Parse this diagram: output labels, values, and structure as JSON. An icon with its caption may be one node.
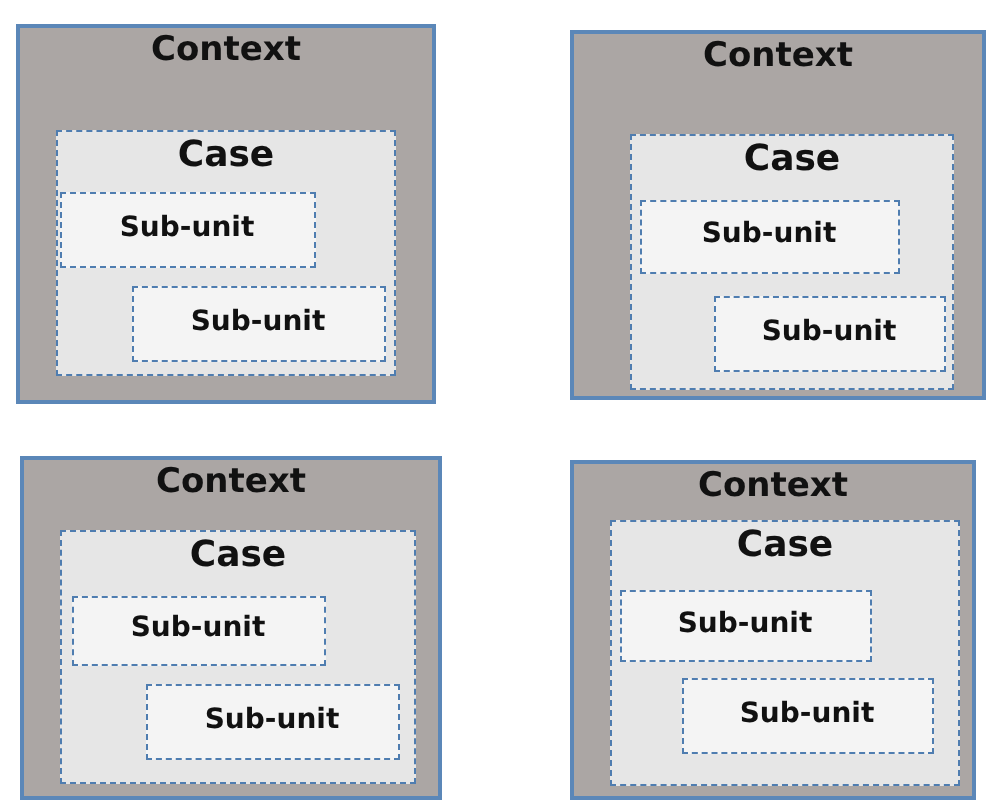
{
  "diagram": {
    "nodes": [
      {
        "text": [
          "Context"
        ]
      },
      {
        "text": [
          "Case"
        ],
        "in": 0
      },
      {
        "text": [
          "Sub-unit"
        ],
        "in": 1
      },
      {
        "text": [
          "Sub-unit"
        ],
        "in": 1
      },
      {
        "text": [
          "Context"
        ]
      },
      {
        "text": [
          "Case"
        ],
        "in": 4
      },
      {
        "text": [
          "Sub-unit"
        ],
        "in": 5
      },
      {
        "text": [
          "Sub-unit"
        ],
        "in": 5
      },
      {
        "text": [
          "Context"
        ]
      },
      {
        "text": [
          "Case"
        ],
        "in": 8
      },
      {
        "text": [
          "Sub-unit"
        ],
        "in": 9
      },
      {
        "text": [
          "Sub-unit"
        ],
        "in": 9
      },
      {
        "text": [
          "Context"
        ]
      },
      {
        "text": [
          "Case"
        ],
        "in": 12
      },
      {
        "text": [
          "Sub-unit"
        ],
        "in": 13
      },
      {
        "text": [
          "Sub-unit"
        ],
        "in": 13
      }
    ]
  }
}
